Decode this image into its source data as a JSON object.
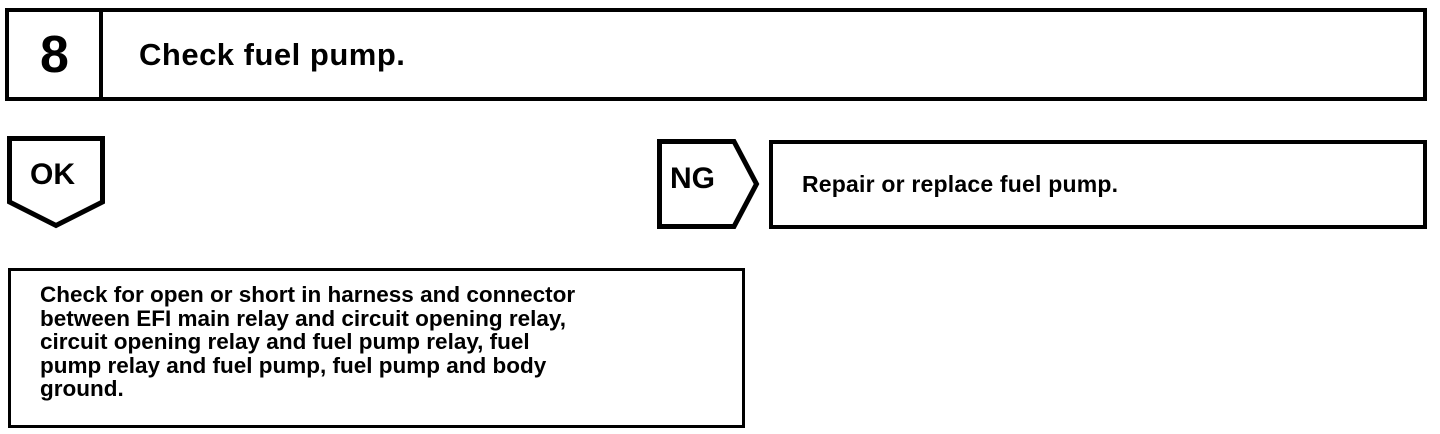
{
  "document": {
    "kind": "diagnostic-troubleshooting-flowchart",
    "background_color": "#ffffff",
    "ink_color": "#000000"
  },
  "step": {
    "number": "8",
    "title": "Check fuel pump."
  },
  "branches": {
    "ok": {
      "label": "OK",
      "shape": "pentagon-down",
      "leads_to": "instruction-box"
    },
    "ng": {
      "label": "NG",
      "shape": "pentagon-right",
      "leads_to": "repair-box"
    }
  },
  "repair_action": {
    "text": "Repair or replace fuel pump."
  },
  "instruction": {
    "text": "Check for open or short in harness and connector\nbetween EFI main relay and circuit opening relay,\ncircuit opening relay and fuel pump relay, fuel\npump relay and fuel pump, fuel pump and body\nground.",
    "lines": [
      "Check for open or short in harness and connector",
      "between EFI main relay and circuit opening relay,",
      "circuit opening relay and fuel pump relay, fuel",
      "pump relay and fuel pump, fuel pump and body",
      "ground."
    ]
  }
}
